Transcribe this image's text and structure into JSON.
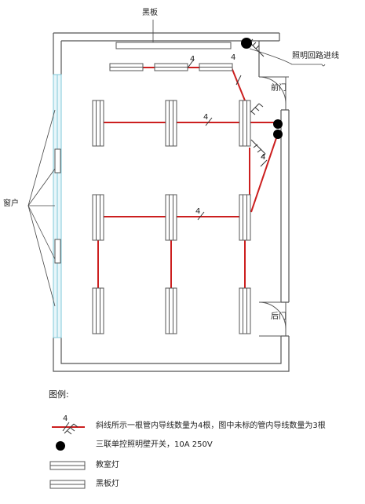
{
  "labels": {
    "blackboard": "黑板",
    "window": "窗户",
    "incoming_line": "照明回路进线",
    "front_door": "前门",
    "back_door": "后门"
  },
  "wire_marks": {
    "top_row": "4",
    "mid_row": "4",
    "lower_row": "4",
    "feed_top": "4",
    "feed_right": "4"
  },
  "legend": {
    "title": "图例:",
    "wire_count": "4",
    "wire_desc": "斜线所示一根管内导线数量为4根，图中未标的管内导线数量为3根",
    "switch_desc": "三联单控照明壁开关，10A 250V",
    "classroom_light": "教室灯",
    "blackboard_light": "黑板灯"
  },
  "colors": {
    "wire": "#cc1f1f",
    "wall": "#555555",
    "window": "#7fc8d8",
    "switch": "#000000"
  }
}
